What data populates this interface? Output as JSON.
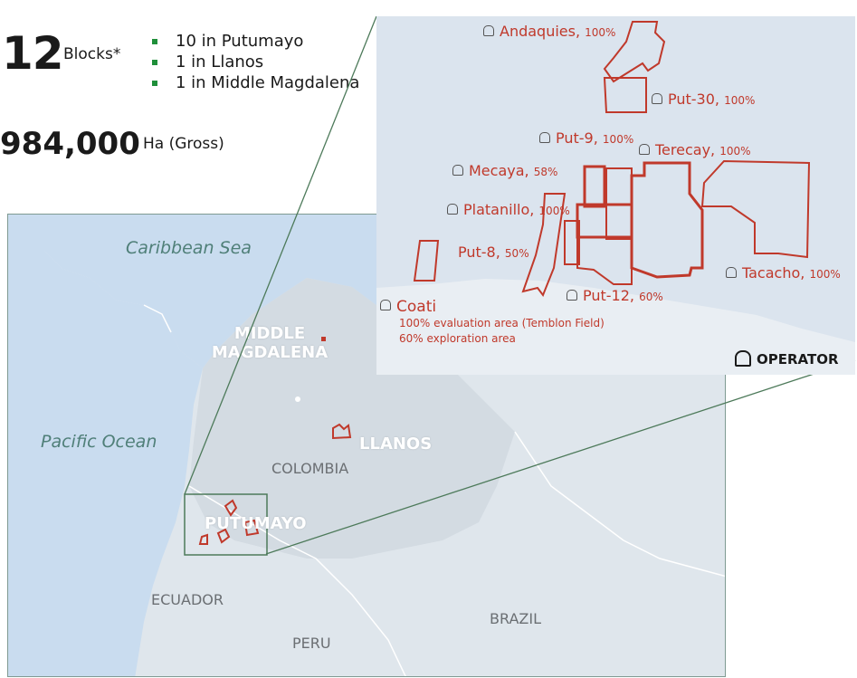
{
  "summary": {
    "blocks_count": "12",
    "blocks_label": "Blocks*",
    "breakdown": [
      "10 in Putumayo",
      "1 in Llanos",
      "1 in Middle Magdalena"
    ],
    "area_value": "984,000",
    "area_unit": "Ha (Gross)"
  },
  "main_map": {
    "caribbean": "Caribbean Sea",
    "pacific": "Pacific Ocean",
    "middle_magdalena": "MIDDLE MAGDALENA",
    "llanos": "LLANOS",
    "colombia": "COLOMBIA",
    "putumayo": "PUTUMAYO",
    "ecuador": "ECUADOR",
    "peru": "PERU",
    "brazil": "BRAZIL"
  },
  "inset": {
    "blocks": [
      {
        "name": "Andaquies,",
        "pct": "100%"
      },
      {
        "name": "Put-30,",
        "pct": "100%"
      },
      {
        "name": "Put-9,",
        "pct": "100%"
      },
      {
        "name": "Terecay,",
        "pct": "100%"
      },
      {
        "name": "Mecaya,",
        "pct": "58%"
      },
      {
        "name": "Platanillo,",
        "pct": "100%"
      },
      {
        "name": "Put-8,",
        "pct": "50%"
      },
      {
        "name": "Tacacho,",
        "pct": "100%"
      },
      {
        "name": "Put-12,",
        "pct": "60%"
      }
    ],
    "coati": {
      "name": "Coati",
      "line1": "100% evaluation area (Temblon Field)",
      "line2": "60% exploration area"
    },
    "legend": "OPERATOR"
  },
  "colors": {
    "block_red": "#c0392b",
    "accent_green": "#1f8f3a",
    "connector_green": "#4d7a5a",
    "ocean": "#c9dcef",
    "land": "#dfe6ec"
  }
}
